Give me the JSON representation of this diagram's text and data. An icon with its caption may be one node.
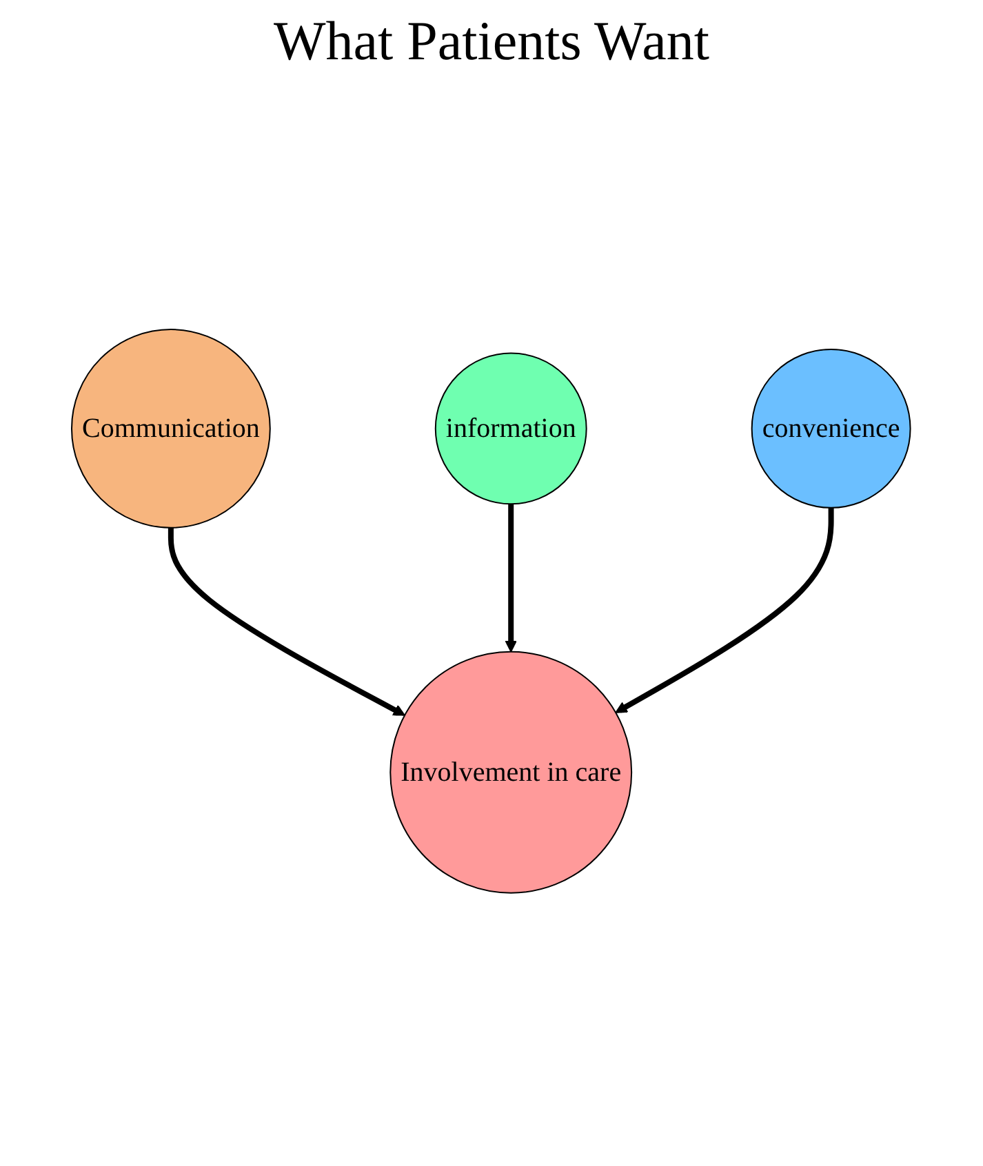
{
  "diagram": {
    "title": "What Patients Want",
    "nodes": [
      {
        "text": [
          "Communication"
        ]
      },
      {
        "text": [
          "Involvement in care"
        ]
      },
      {
        "text": [
          "information"
        ]
      },
      {
        "text": [
          "convenience"
        ]
      }
    ],
    "edges": [
      {
        "from": 0,
        "to": 1,
        "arrow": "to"
      },
      {
        "from": 2,
        "to": 1,
        "arrow": "to"
      },
      {
        "from": 3,
        "to": 1,
        "arrow": "to"
      }
    ]
  }
}
